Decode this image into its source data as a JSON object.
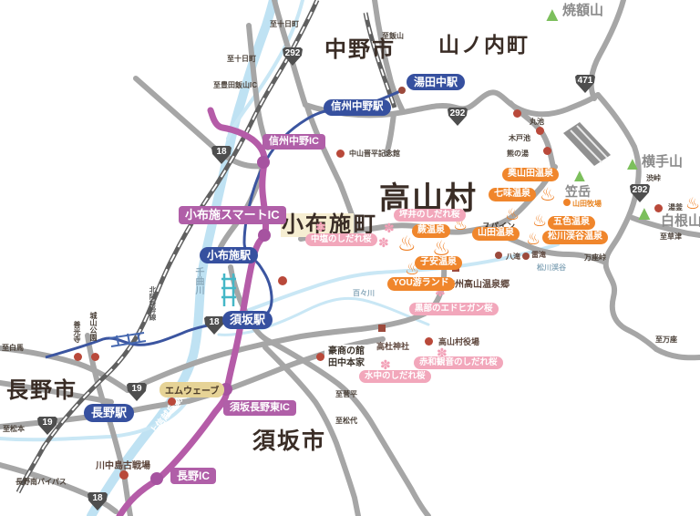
{
  "areas": {
    "nakano": "中野市",
    "yamanouchi": "山ノ内町",
    "takayama": "高山村",
    "obuse": "小布施町",
    "obuse_hl": "小布施",
    "obuse_rest": "町",
    "suzaka": "須坂市",
    "nagano": "長野市"
  },
  "stations": {
    "yudanaka": "湯田中駅",
    "shinshu_nakano": "信州中野駅",
    "obuse": "小布施駅",
    "suzaka": "須坂駅",
    "nagano": "長野駅"
  },
  "interchanges": {
    "shinshu_nakano": "信州中野IC",
    "obuse_smart": "小布施スマートIC",
    "suzaka_nagano_higashi": "須坂長野東IC",
    "nagano": "長野IC"
  },
  "onsen": {
    "okuyamada": "奥山田温泉",
    "shichimi": "七味温泉",
    "goshiki": "五色温泉",
    "matsukawa_keikoku": "松川渓谷温泉",
    "yamada": "山田温泉",
    "warabi": "蕨温泉",
    "koyasu": "子安温泉",
    "you_yu_land": "YOU游ランド"
  },
  "sakura": {
    "tsuboi": "坪井のしだれ桜",
    "nakashio": "中塩のしだれ桜",
    "kurobe": "黒部のエドヒガン桜",
    "akawa": "赤和観音のしだれ桜",
    "mizunaka": "水中のしだれ桜"
  },
  "mountains": {
    "yakebitai": "焼額山",
    "yokote": "横手山",
    "kasadake": "笠岳",
    "shirane": "白根山",
    "shibu_toge": "渋峠",
    "yamada_bokujo": "山田牧場",
    "yugama": "湯釜"
  },
  "spots": {
    "maruike": "丸池",
    "kidoike": "木戸池",
    "kumanoyu": "熊の湯",
    "nakayama_shinpei": "中山晋平記念館",
    "spa_in": "スパイン",
    "yataki": "八滝",
    "kaminari_taki": "雷滝",
    "manza_toge": "万座峠",
    "zenkoji": "善光寺",
    "joyama_park": "城山公園",
    "m_wave": "エムウェーブ",
    "kawanakajima": "川中島古戦場",
    "tanaka_honke_1": "豪商の館",
    "tanaka_honke_2": "田中本家",
    "takamori_jinja": "高杜神社",
    "takayama_yakuba": "高山村役場",
    "takayama_onsenkyo": "信州高山温泉郷"
  },
  "directions": {
    "tokamachi_1": "至十日町",
    "tokamachi_2": "至十日町",
    "toyota_iiyama": "至豊田飯山IC",
    "iiyama": "至飯山",
    "kusatsu": "至草津",
    "manza": "至万座",
    "hakuba": "至白馬",
    "matsumoto": "至松本",
    "sugadaira": "至菅平",
    "matsushiro": "至松代",
    "bypass": "長野南バイパス"
  },
  "rivers": {
    "chikuma": "千曲川",
    "matsukawa_keikoku": "松川渓谷",
    "dodogawa": "百々川"
  },
  "transit": {
    "shinkansen": "北陸新幹線",
    "expressway": "上信越自動車道"
  },
  "routes": {
    "r292": "292",
    "r471": "471",
    "r18": "18",
    "r19": "19"
  },
  "icons": {
    "onsen": "♨",
    "flower": "✽",
    "mountain": "▲"
  },
  "colors": {
    "road": "#a6a6a6",
    "expressway": "#b55ca8",
    "railway": "#3b55a0",
    "shinkansen": "#606060",
    "river": "#c3e4f4",
    "onsen": "#ef7f24",
    "onsen_badge": "#f0862c",
    "sakura_badge": "#f2a7bb",
    "station_badge": "#36509f",
    "mountain_green": "#7cbf5c",
    "poi_red": "#b9493a",
    "area_text": "#3a2d26"
  }
}
